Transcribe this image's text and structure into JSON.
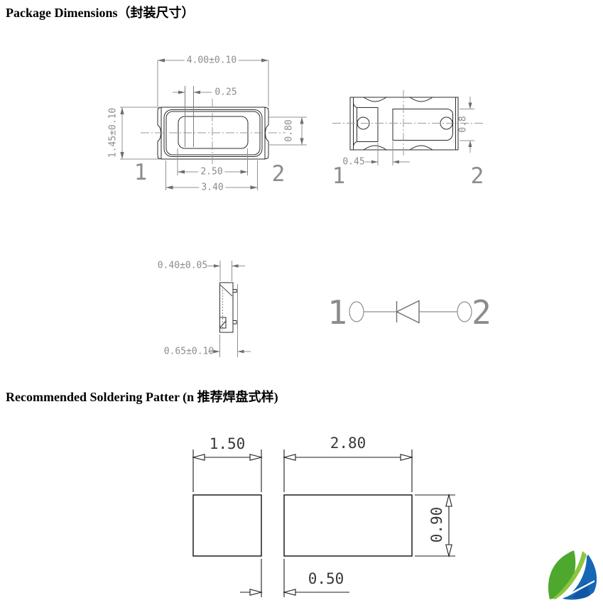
{
  "titles": {
    "package": "Package Dimensions（封装尺寸）",
    "soldering": "Recommended Soldering Patter (n 推荐焊盘式样)"
  },
  "front_view": {
    "dim_width": "4.00±0.10",
    "dim_notch": "0.25",
    "dim_height": "1.45±0.10",
    "dim_lens_height": "0.80",
    "dim_cavity_width": "2.50",
    "dim_body_width": "3.40",
    "pin1": "1",
    "pin2": "2"
  },
  "bottom_view": {
    "dim_pad_height": "0.8",
    "dim_gap": "0.45",
    "pin1": "1",
    "pin2": "2"
  },
  "side_view": {
    "dim_top_width": "0.40±0.05",
    "dim_thickness": "0.65±0.10"
  },
  "circuit_symbol": {
    "pin1": "1",
    "pin2": "2"
  },
  "soldering_pattern": {
    "dim_pad1_width": "1.50",
    "dim_pad2_width": "2.80",
    "dim_pad_height": "0.90",
    "dim_gap": "0.50"
  },
  "colors": {
    "object_line": "#2b2b2b",
    "dimension_line": "#909090",
    "dimension_text": "#8c8c8c",
    "solder_line": "#1d1d1d",
    "background": "#ffffff",
    "logo_green": "#4fa82e",
    "logo_light_green": "#8cc63f",
    "logo_blue": "#1668b4",
    "logo_blue_dark": "#0f57a5"
  }
}
